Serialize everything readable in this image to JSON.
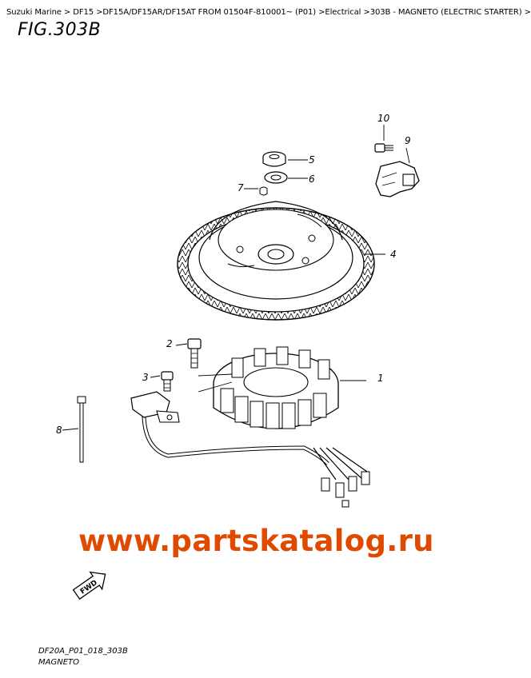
{
  "header": {
    "breadcrumb": "Suzuki Marine > DF15 >DF15A/DF15AR/DF15AT FROM 01504F-810001~ (P01) >Electrical >303B - MAGNETO (ELECTRIC STARTER) >",
    "figure_title": "FIG.303B"
  },
  "callouts": {
    "c1": "1",
    "c2": "2",
    "c3": "3",
    "c4": "4",
    "c5": "5",
    "c6": "6",
    "c7": "7",
    "c8": "8",
    "c9": "9",
    "c10": "10"
  },
  "direction_arrow": {
    "label": "FWD",
    "icon": "fwd-arrow-icon"
  },
  "watermark": {
    "text": "www.partskatalog.ru",
    "color": "#e04a00"
  },
  "footer": {
    "drawing_code": "DF20A_P01_018_303B",
    "caption": "MAGNETO"
  }
}
